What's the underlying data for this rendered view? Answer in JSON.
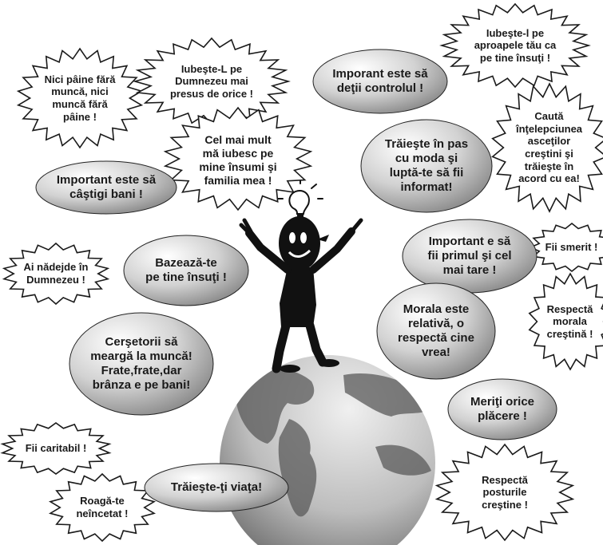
{
  "colors": {
    "ink": "#1a1a1a",
    "oval_light": "#ffffff",
    "oval_dark": "#8c8c8c",
    "globe_light": "#e8e8e8",
    "globe_dark": "#707070",
    "land": "#5a5a5a"
  },
  "icons": {
    "figure": "stick-figure-icon",
    "bulb": "lightbulb-icon",
    "globe": "globe-icon"
  },
  "stars": {
    "nici_paine": [
      "Nici pâine fără",
      "muncă, nici",
      "muncă fără",
      "pâine !"
    ],
    "iubeste_dumnezeu": [
      "Iubeşte-L pe",
      "Dumnezeu mai",
      "presus de orice !"
    ],
    "iubeste_aproapele": [
      "Iubeşte-l pe",
      "aproapele tău ca",
      "pe tine însuţi !"
    ],
    "cel_mai_mult": [
      "Cel mai mult",
      "mă iubesc pe",
      "mine însumi şi",
      "familia mea !"
    ],
    "cauta": [
      "Caută",
      "înţelepciunea",
      "asceţilor",
      "creştini şi",
      "trăieşte în",
      "acord cu ea!"
    ],
    "nadejde": [
      "Ai nădejde în",
      "Dumnezeu !"
    ],
    "smerit": [
      "Fii smerit !"
    ],
    "respecta_morala": [
      "Respectă",
      "morala",
      "creştină !"
    ],
    "caritabil": [
      "Fii caritabil !"
    ],
    "roaga": [
      "Roagă-te",
      "neîncetat !"
    ],
    "posturile": [
      "Respectă",
      "posturile",
      "creştine !"
    ]
  },
  "ovals": {
    "controlul": [
      "Imporant este să",
      "deţii controlul !"
    ],
    "traieste_pas": [
      "Trăieşte în pas",
      "cu moda şi",
      "luptă-te să fii",
      "informat!"
    ],
    "bani": [
      "Important este să",
      "câştigi bani !"
    ],
    "bazeaza": [
      "Bazează-te",
      "pe tine însuţi !"
    ],
    "primul": [
      "Important e să",
      "fii primul şi cel",
      "mai tare !"
    ],
    "morala_relativa": [
      "Morala este",
      "relativă, o",
      "respectă cine",
      "vrea!"
    ],
    "cersetorii": [
      "Cerşetorii să",
      "meargă la muncă!",
      "Frate,frate,dar",
      "brânza e pe bani!"
    ],
    "placere": [
      "Meriţi orice",
      "plăcere !"
    ],
    "viata": [
      "Trăieşte-ţi viaţa!"
    ]
  }
}
